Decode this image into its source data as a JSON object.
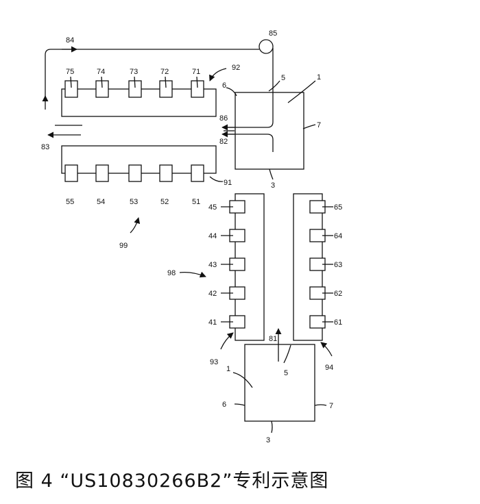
{
  "labels": {
    "l84": "84",
    "l85": "85",
    "l92": "92",
    "l1a": "1",
    "l5a": "5",
    "l6a": "6",
    "l7a": "7",
    "l86": "86",
    "l82": "82",
    "l83": "83",
    "l3a": "3",
    "l91": "91",
    "l75": "75",
    "l74": "74",
    "l73": "73",
    "l72": "72",
    "l71": "71",
    "l55": "55",
    "l54": "54",
    "l53": "53",
    "l52": "52",
    "l51": "51",
    "l99": "99",
    "l98": "98",
    "l45": "45",
    "l44": "44",
    "l43": "43",
    "l42": "42",
    "l41": "41",
    "l65": "65",
    "l64": "64",
    "l63": "63",
    "l62": "62",
    "l61": "61",
    "l93": "93",
    "l81": "81",
    "l5b": "5",
    "l94": "94",
    "l1b": "1",
    "l6b": "6",
    "l7b": "7",
    "l3b": "3"
  },
  "caption": "图 4  “US10830266B2”专利示意图"
}
